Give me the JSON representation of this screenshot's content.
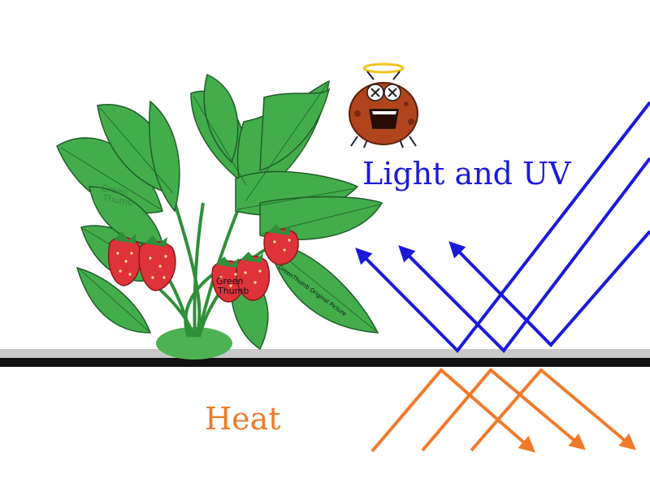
{
  "labels": {
    "light": "Light and UV",
    "heat": "Heat"
  },
  "plant_watermark": {
    "line1": "Green",
    "line2": "Thumb",
    "credit": "GreenThumb Original Picture"
  },
  "colors": {
    "light": "#1a1adb",
    "heat": "#f07a2a",
    "leaf": "#3aa84a",
    "leaf_dark": "#1e5e27",
    "berry": "#e0323a",
    "surface_top": "#c9c9c9",
    "surface": "#111111",
    "bug": "#b0441c",
    "halo": "#f2c21b"
  },
  "icons": {
    "plant": "strawberry-plant-icon",
    "bug": "dead-bug-icon",
    "halo": "halo-icon"
  }
}
